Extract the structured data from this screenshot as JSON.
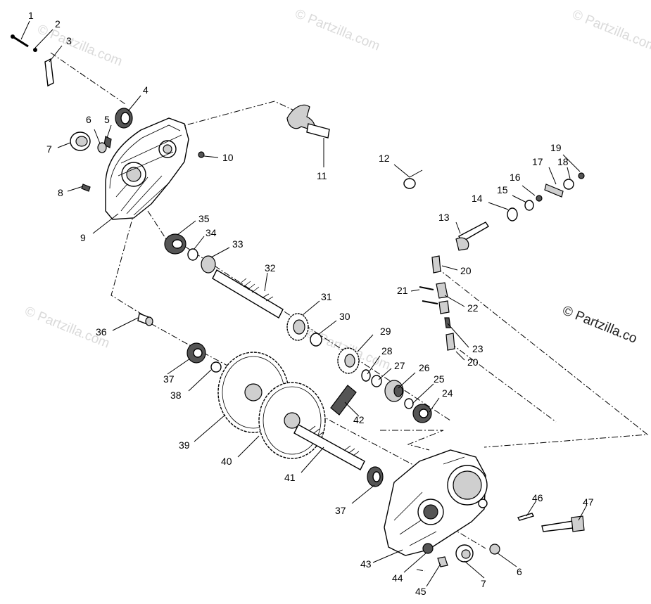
{
  "watermarks": [
    {
      "text": "© Partzilla.com",
      "style": "faint"
    },
    {
      "text": "© Partzilla.com",
      "style": "faint"
    },
    {
      "text": "© Partzilla.com",
      "style": "faint"
    },
    {
      "text": "© Partzilla.com",
      "style": "faint"
    },
    {
      "text": "© Partzilla.com",
      "style": "faint"
    },
    {
      "text": "© Partzilla.co",
      "style": "dark"
    }
  ],
  "callouts": [
    {
      "label": "1"
    },
    {
      "label": "2"
    },
    {
      "label": "3"
    },
    {
      "label": "4"
    },
    {
      "label": "5"
    },
    {
      "label": "6"
    },
    {
      "label": "7"
    },
    {
      "label": "8"
    },
    {
      "label": "9"
    },
    {
      "label": "10"
    },
    {
      "label": "11"
    },
    {
      "label": "12"
    },
    {
      "label": "13"
    },
    {
      "label": "14"
    },
    {
      "label": "15"
    },
    {
      "label": "16"
    },
    {
      "label": "17"
    },
    {
      "label": "18"
    },
    {
      "label": "19"
    },
    {
      "label": "20"
    },
    {
      "label": "20"
    },
    {
      "label": "21"
    },
    {
      "label": "22"
    },
    {
      "label": "23"
    },
    {
      "label": "24"
    },
    {
      "label": "25"
    },
    {
      "label": "26"
    },
    {
      "label": "27"
    },
    {
      "label": "28"
    },
    {
      "label": "29"
    },
    {
      "label": "30"
    },
    {
      "label": "31"
    },
    {
      "label": "32"
    },
    {
      "label": "33"
    },
    {
      "label": "34"
    },
    {
      "label": "35"
    },
    {
      "label": "36"
    },
    {
      "label": "37"
    },
    {
      "label": "37"
    },
    {
      "label": "38"
    },
    {
      "label": "39"
    },
    {
      "label": "40"
    },
    {
      "label": "41"
    },
    {
      "label": "42"
    },
    {
      "label": "43"
    },
    {
      "label": "44"
    },
    {
      "label": "45"
    },
    {
      "label": "46"
    },
    {
      "label": "47"
    },
    {
      "label": "6"
    },
    {
      "label": "7"
    }
  ]
}
